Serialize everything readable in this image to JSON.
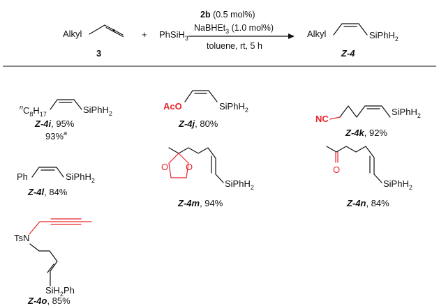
{
  "reaction": {
    "reactant": {
      "group": "Alkyl",
      "number": "3"
    },
    "plus": "+",
    "reagent": "PhSiH3",
    "catalyst": {
      "code": "2b",
      "amount": " (0.5 mol%)"
    },
    "additive": "NaBHEt3 (1.0 mol%)",
    "conditions": "toluene,  rt,  5 h",
    "product": {
      "group": "Alkyl",
      "silyl": "SiPhH2",
      "label": "Z-4"
    }
  },
  "products": [
    {
      "id": "Z-4i",
      "substituent": "nC8H17",
      "silyl": "SiPhH2",
      "yield": ", 95%",
      "note": "93%a"
    },
    {
      "id": "Z-4j",
      "substituent": "AcO",
      "silyl": "SiPhH2",
      "yield": ", 80%"
    },
    {
      "id": "Z-4k",
      "substituent": "NC",
      "silyl": "SiPhH2",
      "yield": ", 92%"
    },
    {
      "id": "Z-4l",
      "substituent": "Ph",
      "silyl": "SiPhH2",
      "yield": ", 84%"
    },
    {
      "id": "Z-4m",
      "silyl": "SiPhH2",
      "yield": ", 94%"
    },
    {
      "id": "Z-4n",
      "heteroatom": "O",
      "silyl": "SiPhH2",
      "yield": ", 84%"
    },
    {
      "id": "Z-4o",
      "substituent": "TsN",
      "silyl": "SiH2Ph",
      "yield": ", 85%"
    }
  ],
  "colors": {
    "highlight": "#e8262a",
    "ink": "#111111"
  }
}
